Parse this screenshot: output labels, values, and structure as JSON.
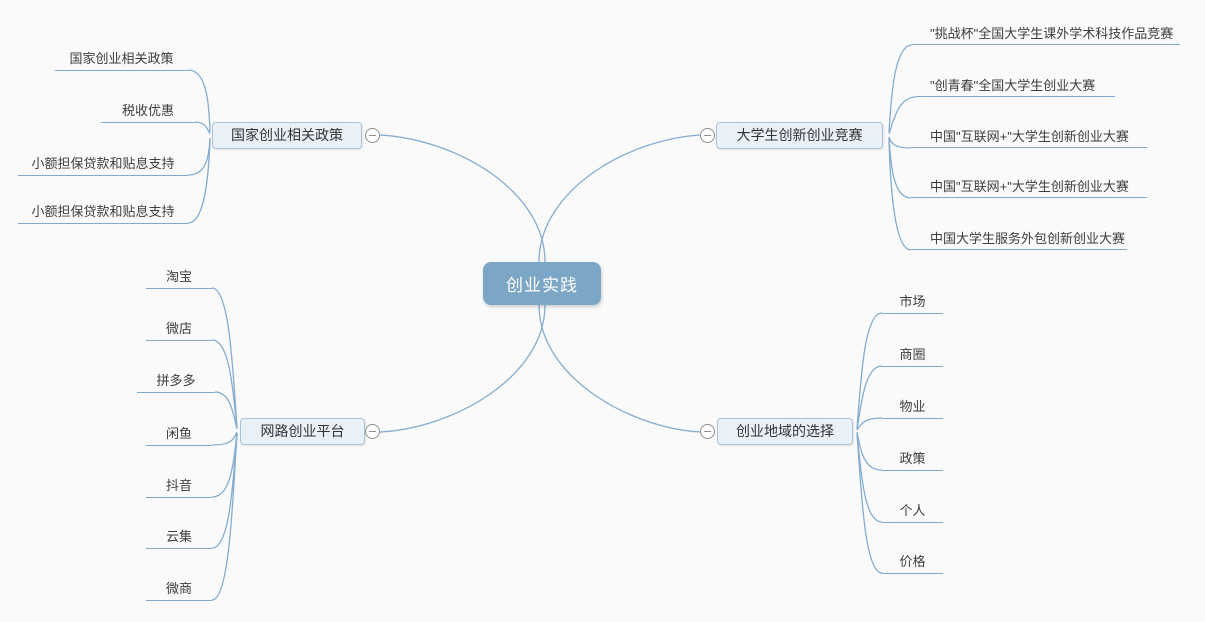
{
  "root": {
    "label": "创业实践"
  },
  "branches": [
    {
      "label": "国家创业相关政策",
      "side": "top-left",
      "collapse_icon": "minus-icon",
      "children": [
        "国家创业相关政策",
        "税收优惠",
        "小额担保贷款和贴息支持",
        "小额担保贷款和贴息支持"
      ]
    },
    {
      "label": "大学生创新创业竞赛",
      "side": "top-right",
      "collapse_icon": "minus-icon",
      "children": [
        "\"挑战杯\"全国大学生课外学术科技作品竞赛",
        "\"创青春\"全国大学生创业大赛",
        "中国\"互联网+\"大学生创新创业大赛",
        "中国\"互联网+\"大学生创新创业大赛",
        "中国大学生服务外包创新创业大赛"
      ]
    },
    {
      "label": "网路创业平台",
      "side": "bottom-left",
      "collapse_icon": "minus-icon",
      "children": [
        "淘宝",
        "微店",
        "拼多多",
        "闲鱼",
        "抖音",
        "云集",
        "微商"
      ]
    },
    {
      "label": "创业地域的选择",
      "side": "bottom-right",
      "collapse_icon": "minus-icon",
      "children": [
        "市场",
        "商圈",
        "物业",
        "政策",
        "个人",
        "价格"
      ]
    }
  ],
  "colors": {
    "background": "#fafafa",
    "root_fill": "#7ba6c6",
    "root_text": "#ffffff",
    "branch_fill": "#e9f0f7",
    "branch_border": "#a9c4da",
    "connector_line": "#84acd1",
    "child_text": "#3d3d3d"
  }
}
